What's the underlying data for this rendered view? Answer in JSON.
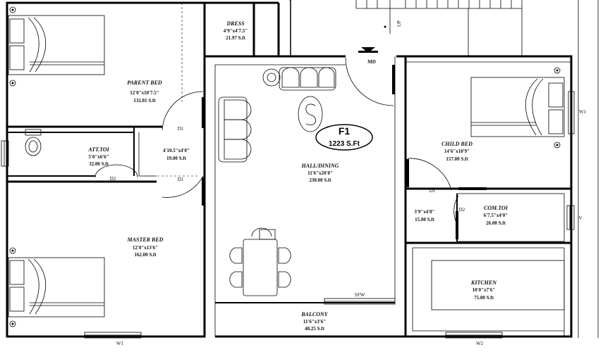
{
  "plan": {
    "badge": {
      "code": "F1",
      "area": "1223 S.Ft"
    },
    "rooms": [
      {
        "id": "dress",
        "name": "DRESS",
        "size": "4'9\"x4'7.5\"",
        "area": "21.97 S.ft"
      },
      {
        "id": "parent-bed",
        "name": "PARENT BED",
        "size": "12'0\"x10'7.5\"",
        "area": "132.81 S.ft"
      },
      {
        "id": "att-toi",
        "name": "ATT.TOI",
        "size": "5'0\"x6'6\"",
        "area": "32.00 S.ft"
      },
      {
        "id": "passage",
        "name": "",
        "size": "4'10.5\"x4'0\"",
        "area": "19.00 S.ft"
      },
      {
        "id": "hall-dining",
        "name": "HALL/DINING",
        "size": "11'6\"x20'0\"",
        "area": "230.00 S.ft"
      },
      {
        "id": "master-bed",
        "name": "MASTER BED",
        "size": "12'0\"x13'6\"",
        "area": "162.00 S.ft"
      },
      {
        "id": "child-bed",
        "name": "CHILD BED",
        "size": "14'6\"x10'9\"",
        "area": "157.00 S.ft"
      },
      {
        "id": "com-toi",
        "name": "COM.TOI",
        "size": "6'7.5\"x4'0\"",
        "area": "26.00 S.ft"
      },
      {
        "id": "lobby",
        "name": "",
        "size": "3'9\"x4'0\"",
        "area": "15.00 S.ft"
      },
      {
        "id": "kitchen",
        "name": "KITCHEN",
        "size": "10'0\"x7'6\"",
        "area": "75.00 S.ft"
      },
      {
        "id": "balcony",
        "name": "BALCONY",
        "size": "11'6\"x3'6\"",
        "area": "40.25 S.ft"
      }
    ],
    "markers": {
      "main_door": "MD",
      "door_d1": "D1",
      "door_d2": "D2",
      "window_w1": "W1",
      "window_w2": "W2",
      "ventilator": "V",
      "sliding_door": "SFW",
      "stair_up": "UP"
    }
  }
}
